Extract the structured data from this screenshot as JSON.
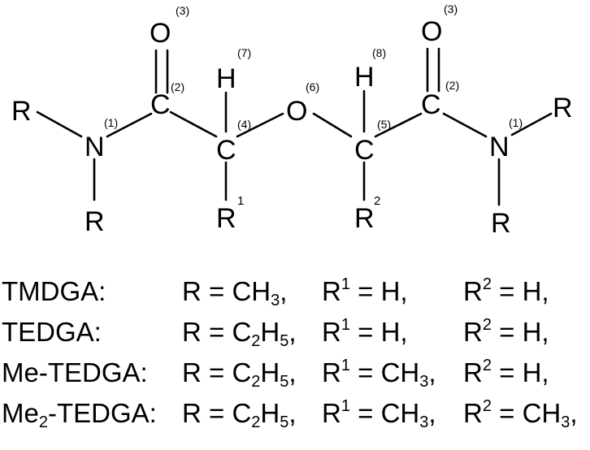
{
  "structure": {
    "atoms": {
      "R": "R",
      "N": "N",
      "C": "C",
      "O": "O",
      "H": "H",
      "R1_base": "R",
      "R1_sup": "1",
      "R2_base": "R",
      "R2_sup": "2"
    },
    "position_labels": {
      "n1": "(1)",
      "c2": "(2)",
      "o3": "(3)",
      "c4": "(4)",
      "c5": "(5)",
      "o6": "(6)",
      "h7": "(7)",
      "h8": "(8)"
    }
  },
  "legend": {
    "rows": [
      {
        "name": "TMDGA:",
        "name_sub": "",
        "name_tail": "",
        "r_pre": "R = CH",
        "r_sub1": "3",
        "r_mid": "",
        "r_sub2": "",
        "r_post": ",",
        "r1_base": "R",
        "r1_sup": "1",
        "r1_pre": " = H",
        "r1_sub": "",
        "r1_post": ",",
        "r2_base": "R",
        "r2_sup": "2",
        "r2_pre": " = H",
        "r2_sub": "",
        "r2_post": ","
      },
      {
        "name": "TEDGA:",
        "name_sub": "",
        "name_tail": "",
        "r_pre": "R = C",
        "r_sub1": "2",
        "r_mid": "H",
        "r_sub2": "5",
        "r_post": ",",
        "r1_base": "R",
        "r1_sup": "1",
        "r1_pre": " = H",
        "r1_sub": "",
        "r1_post": ",",
        "r2_base": "R",
        "r2_sup": "2",
        "r2_pre": " = H",
        "r2_sub": "",
        "r2_post": ","
      },
      {
        "name": "Me-TEDGA:",
        "name_sub": "",
        "name_tail": "",
        "r_pre": "R = C",
        "r_sub1": "2",
        "r_mid": "H",
        "r_sub2": "5",
        "r_post": ",",
        "r1_base": "R",
        "r1_sup": "1",
        "r1_pre": " = CH",
        "r1_sub": "3",
        "r1_post": ",",
        "r2_base": "R",
        "r2_sup": "2",
        "r2_pre": " = H",
        "r2_sub": "",
        "r2_post": ","
      },
      {
        "name": "Me",
        "name_sub": "2",
        "name_tail": "-TEDGA:",
        "r_pre": "R = C",
        "r_sub1": "2",
        "r_mid": "H",
        "r_sub2": "5",
        "r_post": ",",
        "r1_base": "R",
        "r1_sup": "1",
        "r1_pre": " = CH",
        "r1_sub": "3",
        "r1_post": ",",
        "r2_base": "R",
        "r2_sup": "2",
        "r2_pre": " = CH",
        "r2_sub": "3",
        "r2_post": ","
      }
    ]
  }
}
